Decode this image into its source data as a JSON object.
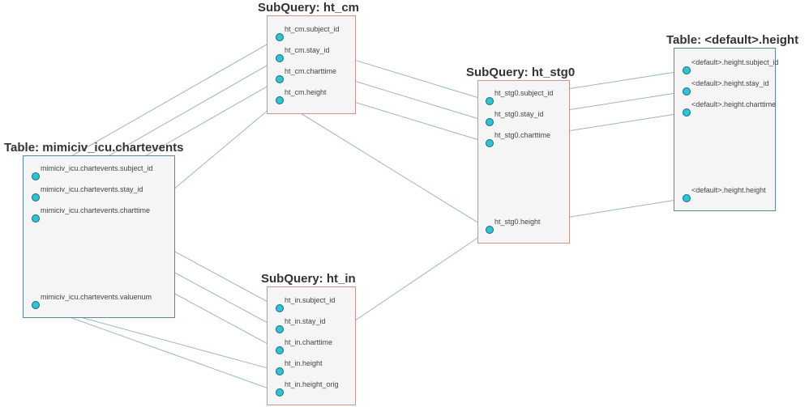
{
  "nodes": {
    "chartevents": {
      "title": "Table: mimiciv_icu.chartevents",
      "columns": [
        "mimiciv_icu.chartevents.subject_id",
        "mimiciv_icu.chartevents.stay_id",
        "mimiciv_icu.chartevents.charttime",
        "mimiciv_icu.chartevents.valuenum"
      ]
    },
    "ht_cm": {
      "title": "SubQuery: ht_cm",
      "columns": [
        "ht_cm.subject_id",
        "ht_cm.stay_id",
        "ht_cm.charttime",
        "ht_cm.height"
      ]
    },
    "ht_in": {
      "title": "SubQuery: ht_in",
      "columns": [
        "ht_in.subject_id",
        "ht_in.stay_id",
        "ht_in.charttime",
        "ht_in.height",
        "ht_in.height_orig"
      ]
    },
    "ht_stg0": {
      "title": "SubQuery: ht_stg0",
      "columns": [
        "ht_stg0.subject_id",
        "ht_stg0.stay_id",
        "ht_stg0.charttime",
        "ht_stg0.height"
      ]
    },
    "height": {
      "title": "Table: <default>.height",
      "columns": [
        "<default>.height.subject_id",
        "<default>.height.stay_id",
        "<default>.height.charttime",
        "<default>.height.height"
      ]
    }
  },
  "edges": [
    [
      "chartevents.0",
      "ht_cm.0"
    ],
    [
      "chartevents.1",
      "ht_cm.1"
    ],
    [
      "chartevents.2",
      "ht_cm.2"
    ],
    [
      "chartevents.3",
      "ht_cm.3"
    ],
    [
      "chartevents.0",
      "ht_in.0"
    ],
    [
      "chartevents.1",
      "ht_in.1"
    ],
    [
      "chartevents.2",
      "ht_in.2"
    ],
    [
      "chartevents.3",
      "ht_in.3"
    ],
    [
      "chartevents.3",
      "ht_in.4"
    ],
    [
      "ht_cm.0",
      "ht_stg0.0"
    ],
    [
      "ht_cm.1",
      "ht_stg0.1"
    ],
    [
      "ht_cm.2",
      "ht_stg0.2"
    ],
    [
      "ht_cm.3",
      "ht_stg0.3"
    ],
    [
      "ht_in.3",
      "ht_stg0.3"
    ],
    [
      "ht_stg0.0",
      "height.0"
    ],
    [
      "ht_stg0.1",
      "height.1"
    ],
    [
      "ht_stg0.2",
      "height.2"
    ],
    [
      "ht_stg0.3",
      "height.3"
    ]
  ],
  "colors": {
    "edge": "#9ab4c8",
    "port_fill": "#2ec4d6",
    "table_border": "#5b8a9a",
    "subquery_border": "#c9958a"
  }
}
